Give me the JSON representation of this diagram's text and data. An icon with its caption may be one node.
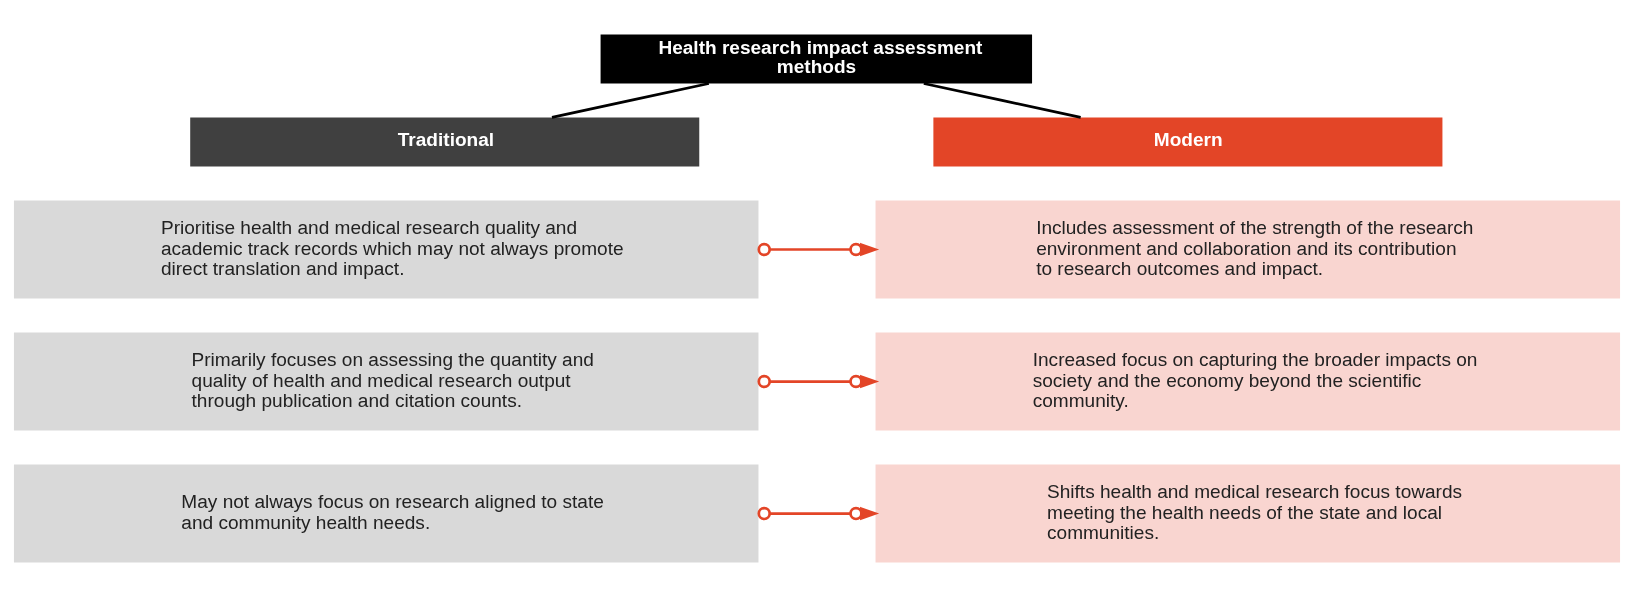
{
  "diagram": {
    "nodes": [
      {
        "text": [
          "Health research impact assessment methods"
        ]
      },
      {
        "text": [
          "Traditional"
        ]
      },
      {
        "text": [
          "Modern"
        ]
      },
      {
        "text": [
          "Prioritise health and medical research quality and academic track records which may not always promote direct translation and impact."
        ]
      },
      {
        "text": [
          "Primarily focuses on assessing the quantity and quality of health and medical research output through publication and citation counts."
        ]
      },
      {
        "text": [
          "May not always focus on research aligned to state and community health needs."
        ]
      },
      {
        "text": [
          "Includes assessment of the strength of the research environment and collaboration and its contribution to research outcomes and impact."
        ]
      },
      {
        "text": [
          "Increased focus on capturing the broader impacts on society and the economy beyond the scientific community."
        ]
      },
      {
        "text": [
          "Shifts health and medical research focus towards meeting the health needs of the state and local communities."
        ]
      }
    ],
    "edges": [
      {
        "from": 0,
        "to": 1,
        "arrow": "none",
        "color": "#000000"
      },
      {
        "from": 0,
        "to": 2,
        "arrow": "none",
        "color": "#000000"
      },
      {
        "from": 3,
        "to": 6,
        "arrow": "to"
      },
      {
        "from": 4,
        "to": 7,
        "arrow": "to"
      },
      {
        "from": 5,
        "to": 8,
        "arrow": "to"
      }
    ]
  }
}
